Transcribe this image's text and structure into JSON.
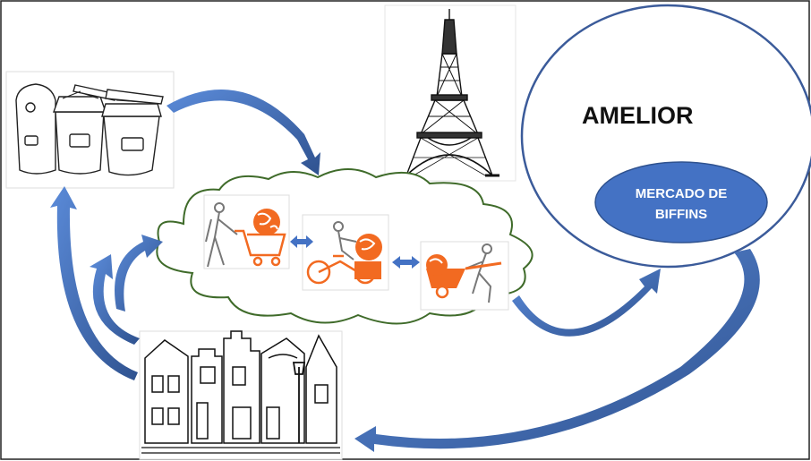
{
  "ellipse_title": "AMELIOR",
  "inner_label": [
    "MERCADO DE",
    "BIFFINS"
  ],
  "colors": {
    "arrow_blue": "#4472C4",
    "arrow_dark": "#2F528F",
    "cloud_stroke": "#3F6B2A",
    "orange": "#F26A21",
    "ellipse_stroke": "#3B5B9A",
    "inner_fill": "#4472C4"
  },
  "icons": [
    "recycling-bins-icon",
    "eiffel-tower-icon",
    "woman-shopping-cart-icon",
    "cargo-bike-icon",
    "man-pushing-cart-icon",
    "townhouses-icon"
  ]
}
